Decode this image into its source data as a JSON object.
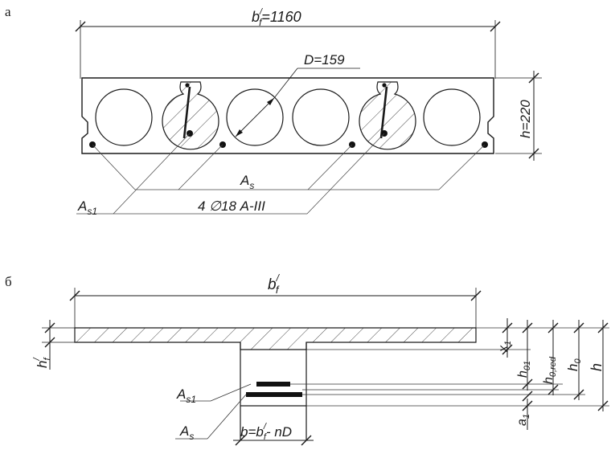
{
  "panel_a": {
    "letter": "а",
    "width_label": "b",
    "width_sup": "/",
    "width_sub": "f",
    "width_value": "=1160",
    "diameter_label": "D=159",
    "height_label": "h=220",
    "as_label": "A",
    "as_sub": "s",
    "as1_label": "A",
    "as1_sub": "s1",
    "rebar_label": "4 ∅18 А-III"
  },
  "panel_b": {
    "letter": "б",
    "width_label": "b",
    "width_sup": "/",
    "width_sub": "f",
    "hf_label": "h",
    "hf_sup": "/",
    "hf_sub": "f",
    "x1_label": "x",
    "x1_sub": "1",
    "h01_label": "h",
    "h01_sub": "01",
    "h0red_label": "h",
    "h0red_sub": "0,red",
    "h0_label": "h",
    "h0_sub": "0",
    "h_label": "h",
    "a1_label": "a",
    "a1_sub": "1",
    "as1_label": "A",
    "as1_sub": "s1",
    "as_label": "A",
    "as_sub": "s",
    "b_label": "b=b",
    "b_sup": "/",
    "b_sub": "f",
    "b_tail": "- nD"
  }
}
